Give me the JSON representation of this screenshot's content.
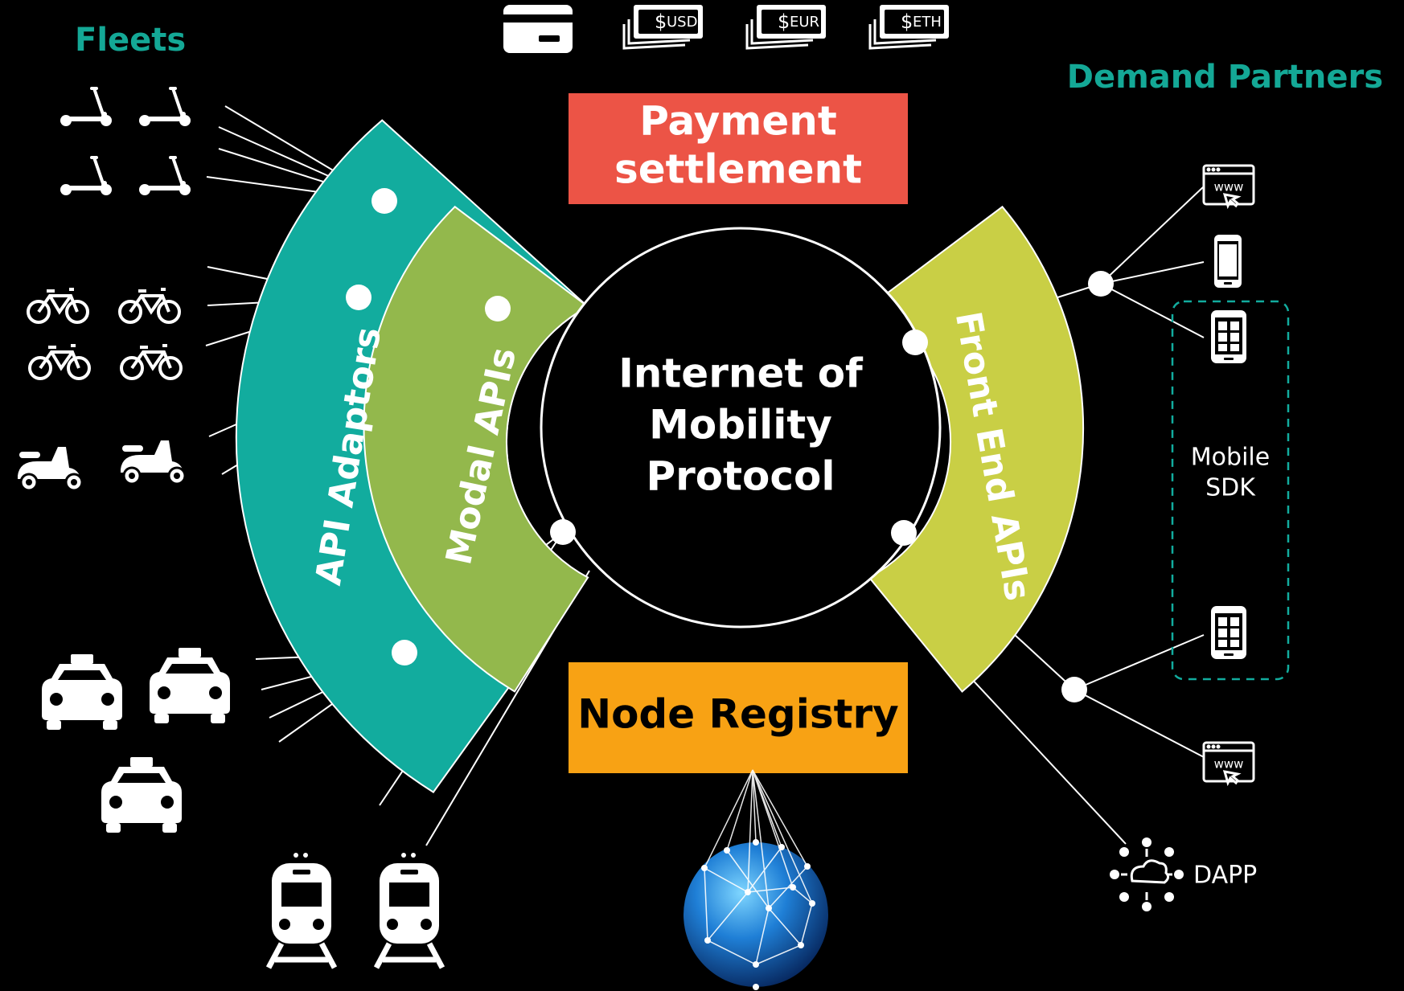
{
  "headings": {
    "fleets": "Fleets",
    "demand_partners": "Demand Partners"
  },
  "center": {
    "line1": "Internet of",
    "line2": "Mobility",
    "line3": "Protocol"
  },
  "payment": {
    "line1": "Payment",
    "line2": "settlement"
  },
  "registry": {
    "label": "Node Registry"
  },
  "arcs": {
    "api_adaptors": "API Adaptors",
    "modal_apis": "Modal APIs",
    "front_end_apis": "Front End APIs"
  },
  "sdk": {
    "line1": "Mobile",
    "line2": "SDK"
  },
  "dapp": {
    "label": "DAPP"
  },
  "currencies": {
    "usd": "USD",
    "eur": "EUR",
    "eth": "ETH"
  },
  "colors": {
    "teal": "#12ac9e",
    "green": "#93b84c",
    "lime": "#c9cf45",
    "red": "#ec5446",
    "orange": "#f8a214",
    "heading": "#14a896"
  }
}
